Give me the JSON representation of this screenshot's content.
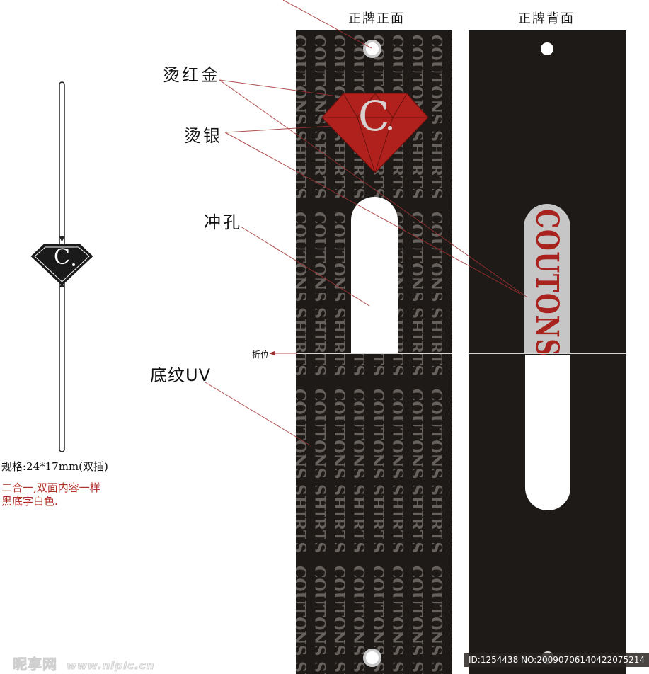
{
  "panels": {
    "front": {
      "title": "正牌正面",
      "pattern_text": "COUTONS SHIRTS",
      "logo_letter": "C"
    },
    "back": {
      "title": "正牌背面",
      "brand_text": "COUTONS"
    }
  },
  "callouts": {
    "hot_red_gold": "烫红金",
    "hot_silver": "烫银",
    "punch_hole": "冲孔",
    "uv_pattern": "底纹UV",
    "fold": "折位"
  },
  "side_tag": {
    "logo_letter": "C"
  },
  "spec": {
    "size": "规格:24*17mm(双插)",
    "note_line1": "二合一,双面内容一样",
    "note_line2": "黑底字白色."
  },
  "watermark": {
    "logo": "昵享网",
    "url": "www.nipic.cn"
  },
  "image_id": "ID:1254438 NO:20090706140422075214",
  "colors": {
    "panel_bg": "#1e1a18",
    "pattern_text": "#6a6561",
    "diamond_red": "#b0201c",
    "brand_red": "#a8231e",
    "slot_gray": "#c6c6c6",
    "leader_line": "#a03030",
    "spec_red": "#b0302a"
  }
}
